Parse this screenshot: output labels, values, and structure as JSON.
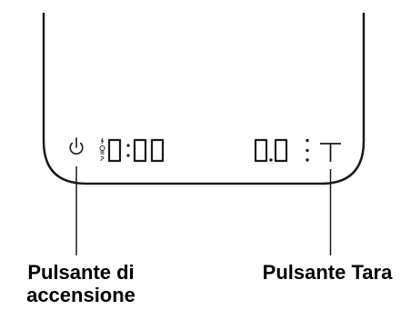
{
  "labels": {
    "power_button_line1": "Pulsante di",
    "power_button_line2": "accensione",
    "tare_button": "Pulsante Tara"
  },
  "display": {
    "timer": "0:00",
    "weight": "0.0"
  },
  "icons": [
    "power-icon",
    "mode-icons",
    "tare-icon"
  ],
  "colors": {
    "outline": "#1a1a1a",
    "text": "#000000"
  }
}
